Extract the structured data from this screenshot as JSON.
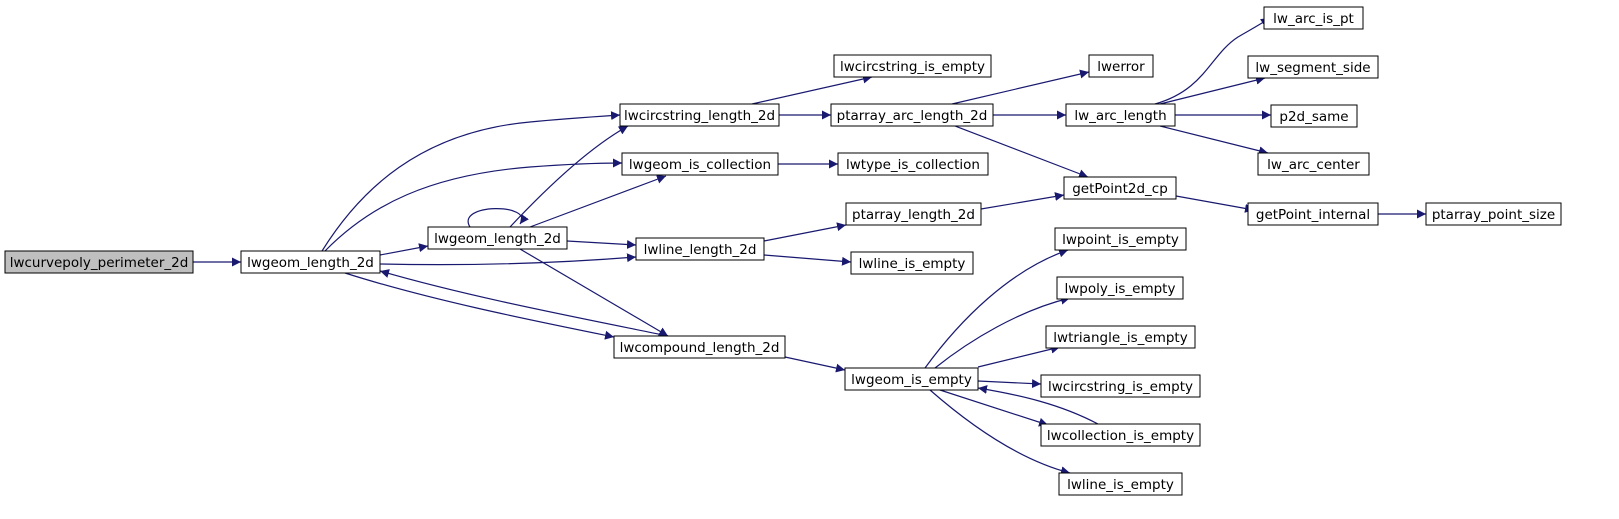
{
  "diagram": {
    "colors": {
      "edge": "#191970",
      "node_border": "#000000",
      "node_fill": "#ffffff",
      "root_fill": "#bfbfbf",
      "text": "#000000"
    },
    "nodes": [
      {
        "id": "lwcurvepoly_perimeter_2d",
        "label": "lwcurvepoly_perimeter_2d",
        "root": true
      },
      {
        "id": "lwgeom_length_2d",
        "label": "lwgeom_length_2d"
      },
      {
        "id": "lwcircstring_length_2d",
        "label": "lwcircstring_length_2d"
      },
      {
        "id": "lwgeom_is_collection",
        "label": "lwgeom_is_collection"
      },
      {
        "id": "lwgeom_length_2d_b",
        "label": "lwgeom_length_2d"
      },
      {
        "id": "lwline_length_2d",
        "label": "lwline_length_2d"
      },
      {
        "id": "lwcompound_length_2d",
        "label": "lwcompound_length_2d"
      },
      {
        "id": "lwcircstring_is_empty_top",
        "label": "lwcircstring_is_empty"
      },
      {
        "id": "ptarray_arc_length_2d",
        "label": "ptarray_arc_length_2d"
      },
      {
        "id": "lwtype_is_collection",
        "label": "lwtype_is_collection"
      },
      {
        "id": "ptarray_length_2d",
        "label": "ptarray_length_2d"
      },
      {
        "id": "lwline_is_empty_mid",
        "label": "lwline_is_empty"
      },
      {
        "id": "lwgeom_is_empty",
        "label": "lwgeom_is_empty"
      },
      {
        "id": "lwerror",
        "label": "lwerror"
      },
      {
        "id": "lw_arc_length",
        "label": "lw_arc_length"
      },
      {
        "id": "getPoint2d_cp",
        "label": "getPoint2d_cp"
      },
      {
        "id": "lwpoint_is_empty",
        "label": "lwpoint_is_empty"
      },
      {
        "id": "lwpoly_is_empty",
        "label": "lwpoly_is_empty"
      },
      {
        "id": "lwtriangle_is_empty",
        "label": "lwtriangle_is_empty"
      },
      {
        "id": "lwcircstring_is_empty_bot",
        "label": "lwcircstring_is_empty"
      },
      {
        "id": "lwcollection_is_empty",
        "label": "lwcollection_is_empty"
      },
      {
        "id": "lwline_is_empty_bot",
        "label": "lwline_is_empty"
      },
      {
        "id": "lw_arc_is_pt",
        "label": "lw_arc_is_pt"
      },
      {
        "id": "lw_segment_side",
        "label": "lw_segment_side"
      },
      {
        "id": "p2d_same",
        "label": "p2d_same"
      },
      {
        "id": "lw_arc_center",
        "label": "lw_arc_center"
      },
      {
        "id": "getPoint_internal",
        "label": "getPoint_internal"
      },
      {
        "id": "ptarray_point_size",
        "label": "ptarray_point_size"
      }
    ],
    "edges": [
      [
        "lwcurvepoly_perimeter_2d",
        "lwgeom_length_2d"
      ],
      [
        "lwgeom_length_2d",
        "lwcircstring_length_2d"
      ],
      [
        "lwgeom_length_2d",
        "lwgeom_is_collection"
      ],
      [
        "lwgeom_length_2d",
        "lwgeom_length_2d_b"
      ],
      [
        "lwgeom_length_2d",
        "lwline_length_2d"
      ],
      [
        "lwgeom_length_2d",
        "lwcompound_length_2d"
      ],
      [
        "lwgeom_length_2d_b",
        "lwgeom_length_2d_b"
      ],
      [
        "lwgeom_length_2d_b",
        "lwcircstring_length_2d"
      ],
      [
        "lwgeom_length_2d_b",
        "lwgeom_is_collection"
      ],
      [
        "lwgeom_length_2d_b",
        "lwline_length_2d"
      ],
      [
        "lwgeom_length_2d_b",
        "lwcompound_length_2d"
      ],
      [
        "lwcompound_length_2d",
        "lwgeom_length_2d"
      ],
      [
        "lwcompound_length_2d",
        "lwgeom_is_empty"
      ],
      [
        "lwcircstring_length_2d",
        "lwcircstring_is_empty_top"
      ],
      [
        "lwcircstring_length_2d",
        "ptarray_arc_length_2d"
      ],
      [
        "lwgeom_is_collection",
        "lwtype_is_collection"
      ],
      [
        "lwline_length_2d",
        "ptarray_length_2d"
      ],
      [
        "lwline_length_2d",
        "lwline_is_empty_mid"
      ],
      [
        "ptarray_arc_length_2d",
        "lwerror"
      ],
      [
        "ptarray_arc_length_2d",
        "lw_arc_length"
      ],
      [
        "ptarray_arc_length_2d",
        "getPoint2d_cp"
      ],
      [
        "ptarray_length_2d",
        "getPoint2d_cp"
      ],
      [
        "lw_arc_length",
        "lw_arc_is_pt"
      ],
      [
        "lw_arc_length",
        "lw_segment_side"
      ],
      [
        "lw_arc_length",
        "p2d_same"
      ],
      [
        "lw_arc_length",
        "lw_arc_center"
      ],
      [
        "getPoint2d_cp",
        "getPoint_internal"
      ],
      [
        "getPoint_internal",
        "ptarray_point_size"
      ],
      [
        "lwgeom_is_empty",
        "lwpoint_is_empty"
      ],
      [
        "lwgeom_is_empty",
        "lwpoly_is_empty"
      ],
      [
        "lwgeom_is_empty",
        "lwtriangle_is_empty"
      ],
      [
        "lwgeom_is_empty",
        "lwcircstring_is_empty_bot"
      ],
      [
        "lwgeom_is_empty",
        "lwcollection_is_empty"
      ],
      [
        "lwgeom_is_empty",
        "lwline_is_empty_bot"
      ],
      [
        "lwcollection_is_empty",
        "lwgeom_is_empty"
      ]
    ]
  }
}
